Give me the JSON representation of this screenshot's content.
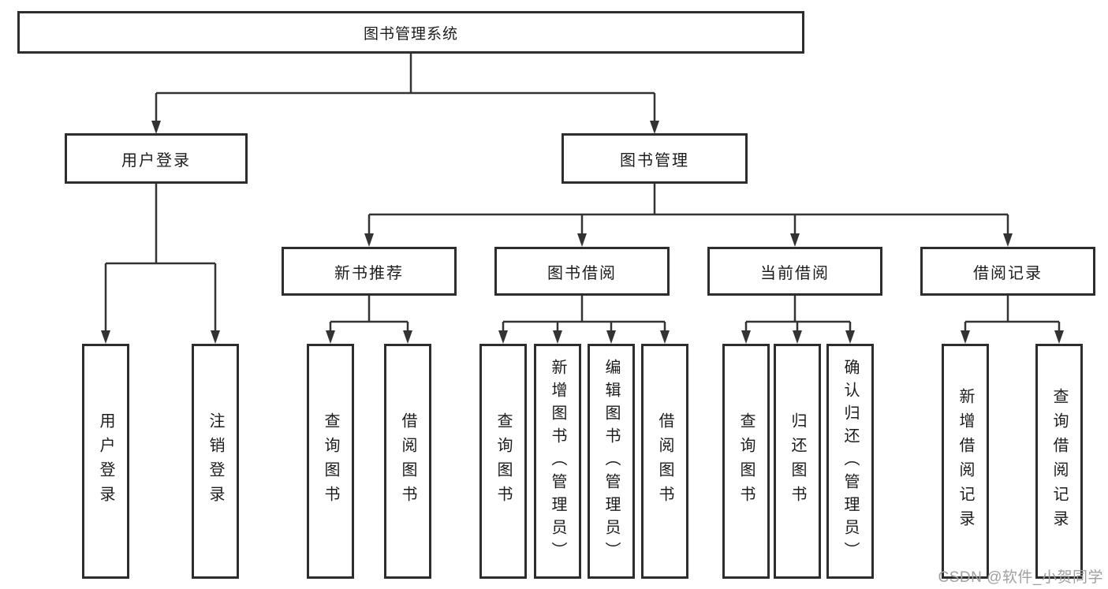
{
  "tree": {
    "root": {
      "label": "图书管理系统"
    },
    "level2": [
      {
        "label": "用户登录"
      },
      {
        "label": "图书管理"
      }
    ],
    "level3": [
      {
        "label": "新书推荐",
        "parent": "图书管理"
      },
      {
        "label": "图书借阅",
        "parent": "图书管理"
      },
      {
        "label": "当前借阅",
        "parent": "图书管理"
      },
      {
        "label": "借阅记录",
        "parent": "图书管理"
      }
    ],
    "leaves": [
      {
        "label": "用户登录",
        "parent": "用户登录"
      },
      {
        "label": "注销登录",
        "parent": "用户登录"
      },
      {
        "label": "查询图书",
        "parent": "新书推荐"
      },
      {
        "label": "借阅图书",
        "parent": "新书推荐"
      },
      {
        "label": "查询图书",
        "parent": "图书借阅"
      },
      {
        "label": "新增图书（管理员）",
        "parent": "图书借阅"
      },
      {
        "label": "编辑图书（管理员）",
        "parent": "图书借阅"
      },
      {
        "label": "借阅图书",
        "parent": "图书借阅"
      },
      {
        "label": "查询图书",
        "parent": "当前借阅"
      },
      {
        "label": "归还图书",
        "parent": "当前借阅"
      },
      {
        "label": "确认归还（管理员）",
        "parent": "当前借阅"
      },
      {
        "label": "新增借阅记录",
        "parent": "借阅记录"
      },
      {
        "label": "查询借阅记录",
        "parent": "借阅记录"
      }
    ]
  },
  "watermark": {
    "text": "CSDN @软件_小贺同学"
  },
  "colors": {
    "line": "#333333",
    "box_border": "#2d2d2d",
    "text": "#1c1c1c",
    "watermark": "#a0a0a0",
    "background": "#ffffff"
  }
}
